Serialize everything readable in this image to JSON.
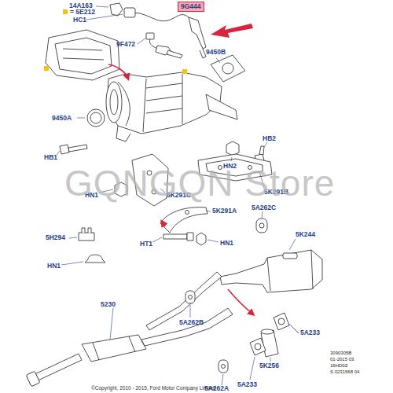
{
  "diagram": {
    "labels": [
      "14A163",
      "HC1",
      "9G444",
      "9F472",
      "9450B",
      "9450A",
      "HB1",
      "HN2",
      "HB2",
      "HN1",
      "5K291C",
      "5K291B",
      "5A262C",
      "5K291A",
      "5H294",
      "HT1",
      "HN1",
      "5K244",
      "HN1",
      "5A262B",
      "5230",
      "5A233",
      "5K256",
      "5A233",
      "5A262A",
      "3090305B",
      "01-2015 03",
      "16HD0Z",
      "S 0231568 04",
      "©Copyright, 2010 - 2015, Ford Motor Company Limited",
      "GQNGQN Store"
    ],
    "legend": [
      {
        "text": "= 5E212",
        "color": "#f2c21b"
      }
    ]
  }
}
